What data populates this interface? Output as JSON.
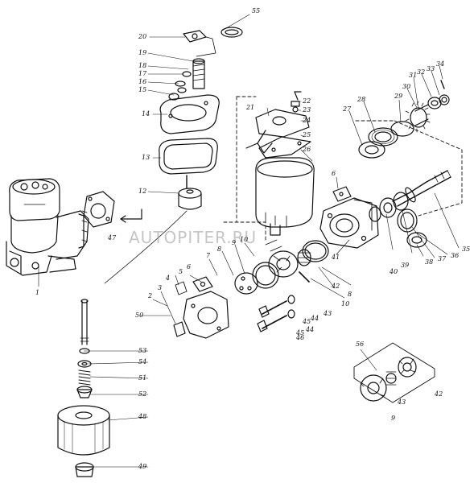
{
  "watermark": "AUTOPITER.RU",
  "labels": {
    "l55": "55",
    "l20": "20",
    "l19": "19",
    "l18": "18",
    "l17": "17",
    "l16": "16",
    "l15": "15",
    "l14": "14",
    "l13": "13",
    "l12": "12",
    "l47": "47",
    "l1": "1",
    "l21": "21",
    "l22": "22",
    "l23": "23",
    "l24": "24",
    "l25": "25",
    "l26": "26",
    "l27": "27",
    "l28": "28",
    "l29": "29",
    "l30": "30",
    "l31": "31",
    "l32": "32",
    "l33": "33",
    "l34": "34",
    "l6a": "6",
    "l6b": "6",
    "l5": "5",
    "l4": "4",
    "l3": "3",
    "l2": "2",
    "l7": "7",
    "l8a": "8",
    "l9a": "9",
    "l10a": "10",
    "l41": "41",
    "l42": "42",
    "l10b": "10",
    "l8b": "8",
    "l40": "40",
    "l39": "39",
    "l38": "38",
    "l37": "37",
    "l36": "36",
    "l35": "35",
    "l43a": "43",
    "l44a": "44",
    "l45a": "45",
    "l44b": "44",
    "l45b": "45",
    "l46": "46",
    "l50": "50",
    "l53": "53",
    "l54": "54",
    "l51": "51",
    "l52": "52",
    "l48": "48",
    "l49": "49",
    "l56": "56",
    "l43b": "43",
    "l42b": "42",
    "l9b": "9"
  }
}
